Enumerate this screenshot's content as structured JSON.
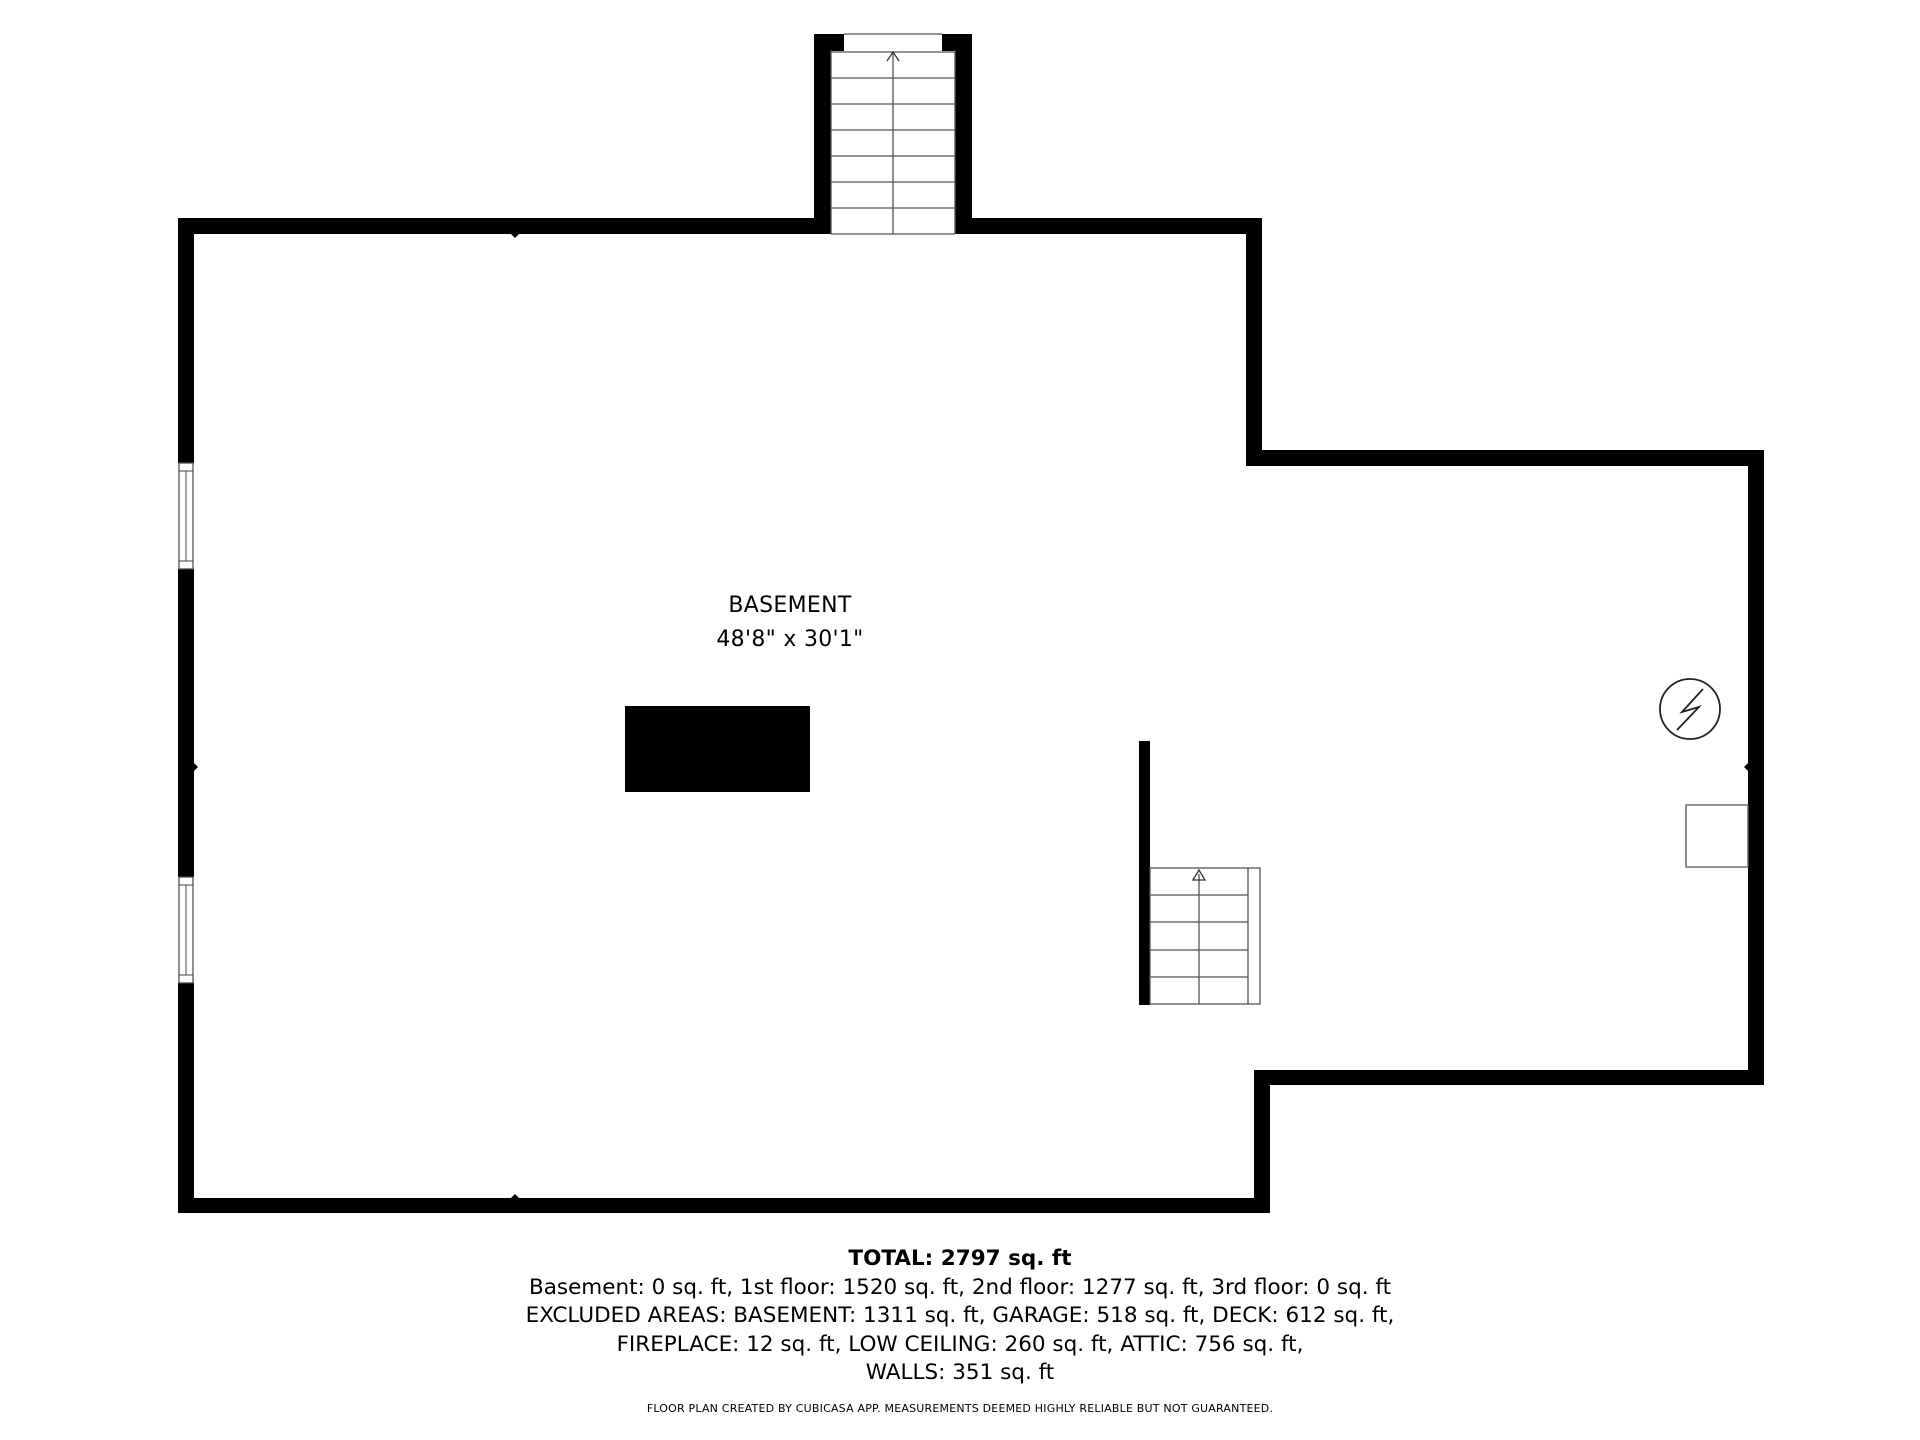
{
  "room": {
    "name": "BASEMENT",
    "dimensions": "48'8\" x 30'1\""
  },
  "summary": {
    "total": "TOTAL: 2797 sq. ft",
    "floors": "Basement: 0 sq. ft, 1st floor: 1520 sq. ft, 2nd floor: 1277 sq. ft, 3rd floor: 0 sq. ft",
    "excluded_1": "EXCLUDED AREAS: BASEMENT: 1311 sq. ft, GARAGE: 518 sq. ft, DECK: 612 sq. ft,",
    "excluded_2": "FIREPLACE: 12 sq. ft, LOW CEILING: 260 sq. ft, ATTIC: 756 sq. ft,",
    "excluded_3": "WALLS: 351 sq. ft"
  },
  "disclaimer": "FLOOR PLAN CREATED BY CUBICASA APP. MEASUREMENTS DEEMED HIGHLY RELIABLE BUT NOT GUARANTEED.",
  "colors": {
    "wall": "#000000",
    "background": "#ffffff",
    "line": "#555555"
  },
  "icons": [
    "electrical-panel-icon",
    "stair-direction-arrow-icon"
  ]
}
